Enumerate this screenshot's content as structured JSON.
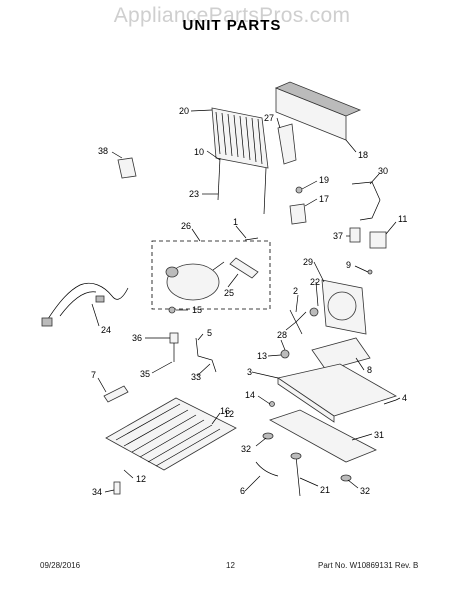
{
  "header": {
    "watermark": "AppliancePartsPros.com",
    "title": "UNIT PARTS"
  },
  "footer": {
    "date": "09/28/2016",
    "page": "12",
    "part_no": "Part No. W10869131  Rev. B"
  },
  "callouts": [
    "1",
    "2",
    "3",
    "4",
    "5",
    "6",
    "7",
    "8",
    "9",
    "10",
    "11",
    "12",
    "12",
    "13",
    "14",
    "15",
    "16",
    "17",
    "18",
    "19",
    "20",
    "21",
    "22",
    "23",
    "24",
    "25",
    "26",
    "27",
    "28",
    "29",
    "30",
    "31",
    "32",
    "32",
    "33",
    "34",
    "35",
    "36",
    "37",
    "38"
  ]
}
